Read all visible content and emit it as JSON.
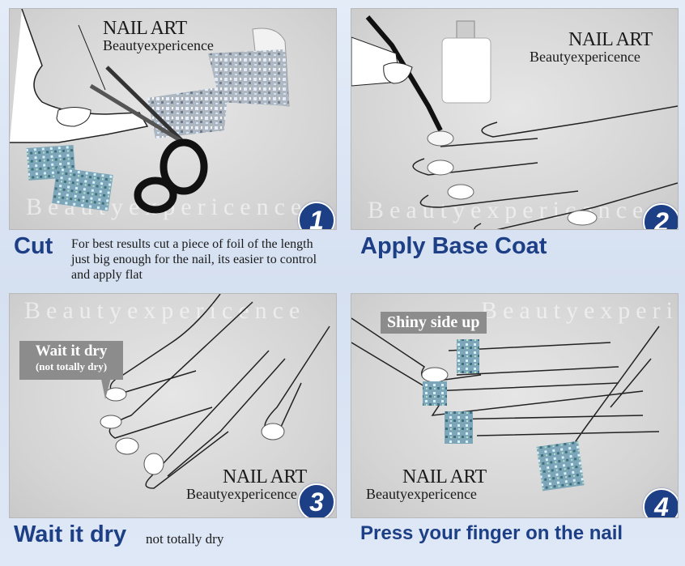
{
  "brand": {
    "name": "NAIL ART",
    "site": "Beautyexpericence"
  },
  "watermark": "Beautyexpericence",
  "steps": [
    {
      "number": "1",
      "title": "Cut",
      "description": "For best results cut a piece of foil of the length just big enough for the nail, its easier to control and apply flat"
    },
    {
      "number": "2",
      "title": "Apply Base Coat"
    },
    {
      "number": "3",
      "title": "Wait it dry",
      "subtitle": "not totally dry",
      "callout": "Wait it dry",
      "callout_sub": "(not totally dry)"
    },
    {
      "number": "4",
      "title": "Press your finger on the nail",
      "callout": "Shiny side up"
    }
  ],
  "colors": {
    "heading": "#1d3f86",
    "badge": "#1d3f86",
    "panel": "#d9d9d9",
    "tag": "#8c8c8c"
  }
}
